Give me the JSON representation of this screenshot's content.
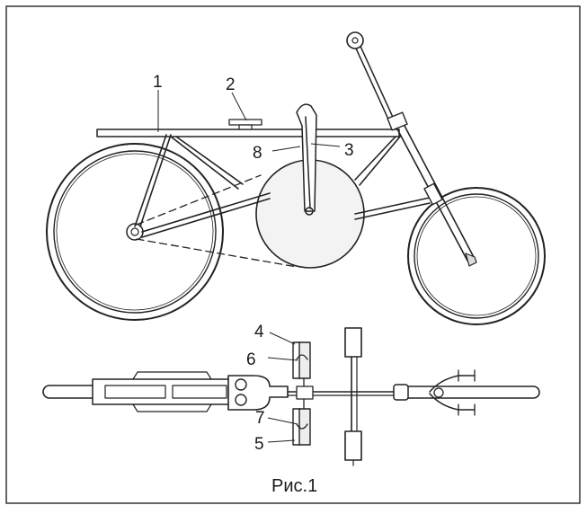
{
  "figure": {
    "caption": "Рис.1",
    "labels": {
      "n1": "1",
      "n2": "2",
      "n3": "3",
      "n4": "4",
      "n5": "5",
      "n6": "6",
      "n7": "7",
      "n8": "8"
    }
  }
}
